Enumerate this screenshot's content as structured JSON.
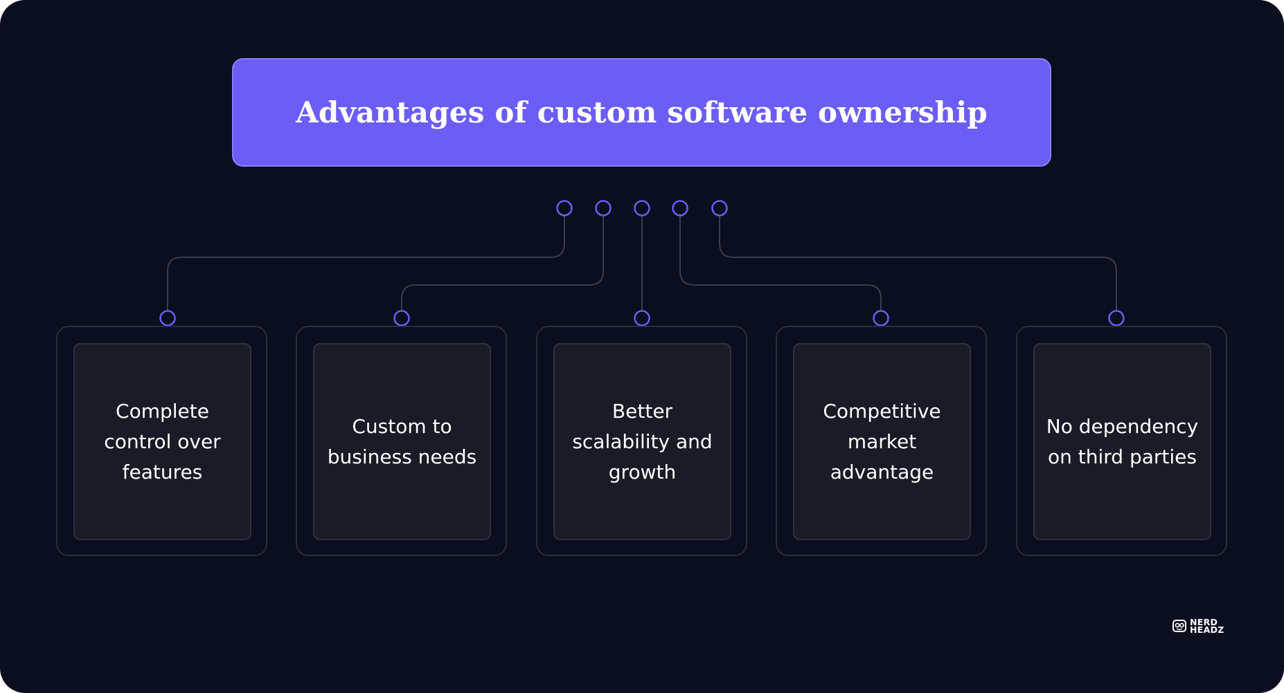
{
  "title": "Advantages of custom software ownership",
  "cards": [
    {
      "label": "Complete control over features"
    },
    {
      "label": "Custom to business needs"
    },
    {
      "label": "Better scalability and growth"
    },
    {
      "label": "Competitive market advantage"
    },
    {
      "label": "No dependency on third parties"
    }
  ],
  "logo": {
    "line1": "NERD",
    "line2": "HEADZ"
  },
  "colors": {
    "background": "#0b0e1e",
    "accent": "#6c5df6",
    "node": "#6c5df6",
    "connector": "#3a3d4d",
    "card_border": "#2a2d3b",
    "card_fill": "#191b27",
    "text": "#ffffff"
  }
}
